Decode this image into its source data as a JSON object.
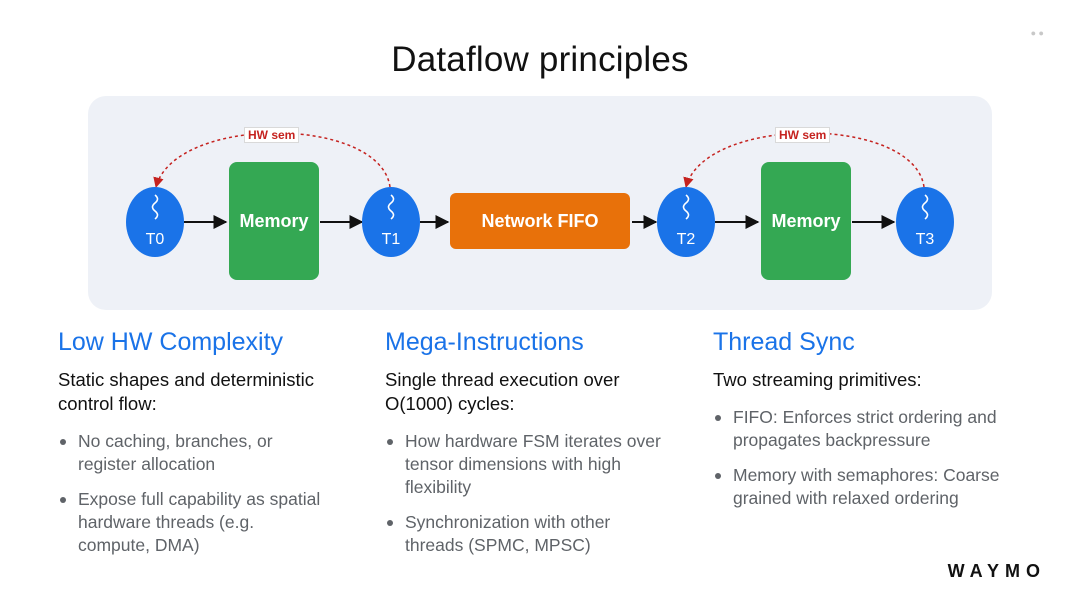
{
  "title": "Dataflow principles",
  "diagram": {
    "threads": [
      "T0",
      "T1",
      "T2",
      "T3"
    ],
    "memory_label": "Memory",
    "fifo_label": "Network FIFO",
    "semaphore_label": "HW sem",
    "colors": {
      "thread": "#1a73e8",
      "memory": "#34a853",
      "fifo": "#e8710a",
      "semaphore": "#c5221f",
      "panel": "#eef1f7"
    }
  },
  "columns": [
    {
      "title": "Low HW Complexity",
      "subtitle": "Static shapes and deterministic control flow:",
      "bullets": [
        "No caching, branches, or register allocation",
        "Expose full capability as spatial hardware threads (e.g. compute, DMA)"
      ]
    },
    {
      "title": "Mega-Instructions",
      "subtitle": "Single thread execution over O(1000) cycles:",
      "bullets": [
        "How hardware FSM iterates over tensor dimensions with high flexibility",
        "Synchronization with other threads (SPMC, MPSC)"
      ]
    },
    {
      "title": "Thread Sync",
      "subtitle": "Two streaming primitives:",
      "bullets": [
        "FIFO: Enforces strict ordering and propagates backpressure",
        "Memory with semaphores: Coarse grained with relaxed ordering"
      ]
    }
  ],
  "logo": "WAYMO"
}
